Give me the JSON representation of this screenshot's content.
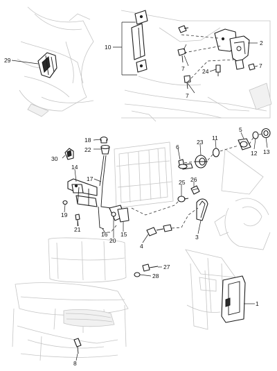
{
  "callouts": [
    {
      "id": "c1",
      "label": "1"
    },
    {
      "id": "c2",
      "label": "2"
    },
    {
      "id": "c3",
      "label": "3"
    },
    {
      "id": "c4",
      "label": "4"
    },
    {
      "id": "c5",
      "label": "5"
    },
    {
      "id": "c6",
      "label": "6"
    },
    {
      "id": "c7a",
      "label": "7"
    },
    {
      "id": "c7b",
      "label": "7"
    },
    {
      "id": "c7c",
      "label": "7"
    },
    {
      "id": "c8",
      "label": "8"
    },
    {
      "id": "c10",
      "label": "10"
    },
    {
      "id": "c11",
      "label": "11"
    },
    {
      "id": "c12",
      "label": "12"
    },
    {
      "id": "c13",
      "label": "13"
    },
    {
      "id": "c14",
      "label": "14"
    },
    {
      "id": "c15",
      "label": "15"
    },
    {
      "id": "c16",
      "label": "16"
    },
    {
      "id": "c17",
      "label": "17"
    },
    {
      "id": "c18",
      "label": "18"
    },
    {
      "id": "c19",
      "label": "19"
    },
    {
      "id": "c20",
      "label": "20"
    },
    {
      "id": "c21",
      "label": "21"
    },
    {
      "id": "c22",
      "label": "22"
    },
    {
      "id": "c23",
      "label": "23"
    },
    {
      "id": "c24",
      "label": "24"
    },
    {
      "id": "c25",
      "label": "25"
    },
    {
      "id": "c26",
      "label": "26"
    },
    {
      "id": "c27",
      "label": "27"
    },
    {
      "id": "c28",
      "label": "28"
    },
    {
      "id": "c29",
      "label": "29"
    },
    {
      "id": "c30",
      "label": "30"
    }
  ]
}
